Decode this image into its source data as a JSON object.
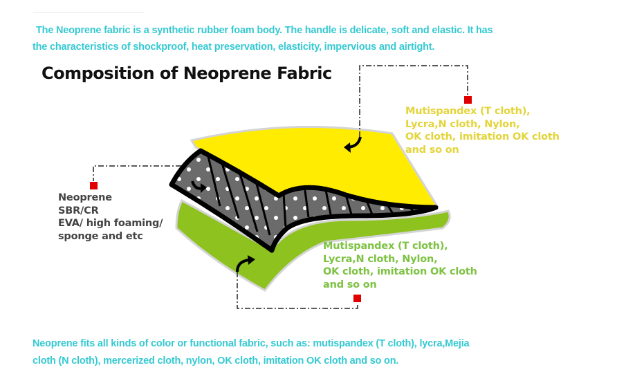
{
  "intro": {
    "line1": "The Neoprene fabric is a synthetic rubber foam body. The handle is delicate, soft and elastic. It has",
    "line2": "the characteristics of shockproof, heat preservation, elasticity, impervious and airtight."
  },
  "title": "Composition of Neoprene Fabric",
  "labels": {
    "top_layer": [
      "Mutispandex (T cloth),",
      "Lycra,N cloth, Nylon,",
      "OK cloth, imitation OK cloth",
      "and so on"
    ],
    "middle_layer": [
      "Neoprene",
      "SBR/CR",
      "EVA/ high foaming/",
      "sponge and etc"
    ],
    "bottom_layer": [
      "Mutispandex (T cloth),",
      "Lycra,N cloth, Nylon,",
      "OK cloth, imitation OK cloth",
      "and so on"
    ]
  },
  "footer": {
    "line1": "Neoprene fits all kinds of color or functional fabric, such as: mutispandex (T cloth), lycra,Mejia",
    "line2": "cloth (N cloth), mercerized cloth, nylon, OK cloth, imitation OK cloth and so on."
  },
  "colors": {
    "accent_text": "#35c9d2",
    "top_layer": "#ffec00",
    "top_label": "#e3d43a",
    "bottom_layer": "#8dc21f",
    "bottom_label": "#7dc242",
    "middle_layer": "#6b6b6b",
    "marker": "#e00000"
  }
}
